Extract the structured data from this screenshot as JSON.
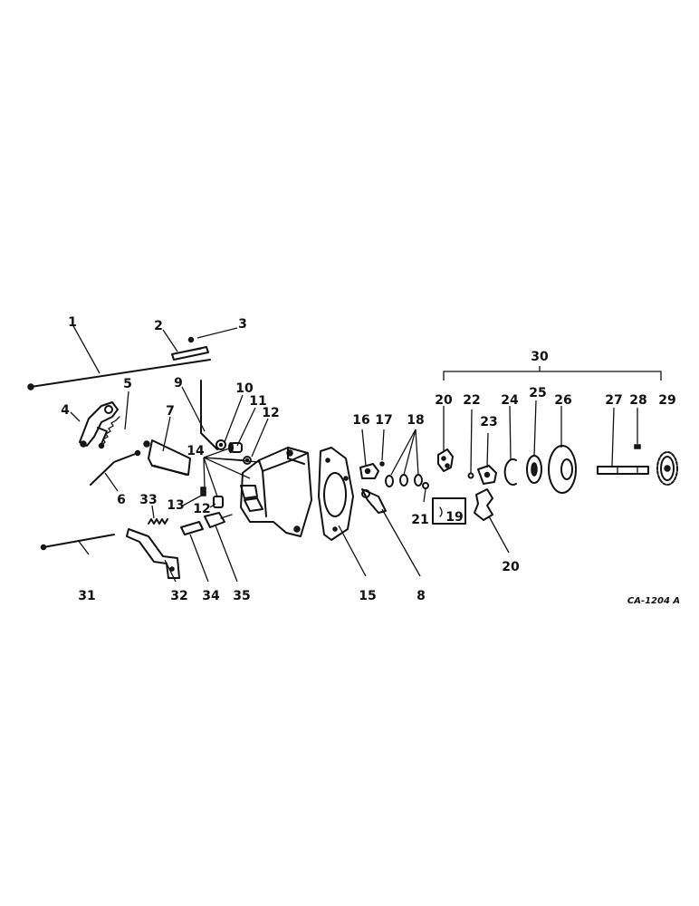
{
  "figure_code": "CA-1204 A",
  "callouts": {
    "c1": "1",
    "c2": "2",
    "c3": "3",
    "c4": "4",
    "c5": "5",
    "c6": "6",
    "c7": "7",
    "c8": "8",
    "c9": "9",
    "c10": "10",
    "c11": "11",
    "c12a": "12",
    "c12b": "12",
    "c13": "13",
    "c14": "14",
    "c15": "15",
    "c16": "16",
    "c17": "17",
    "c18": "18",
    "c19": "19",
    "c20a": "20",
    "c20b": "20",
    "c21": "21",
    "c22": "22",
    "c23": "23",
    "c24": "24",
    "c25": "25",
    "c26": "26",
    "c27": "27",
    "c28": "28",
    "c29": "29",
    "c30": "30",
    "c31": "31",
    "c32": "32",
    "c33": "33",
    "c34": "34",
    "c35": "35"
  }
}
